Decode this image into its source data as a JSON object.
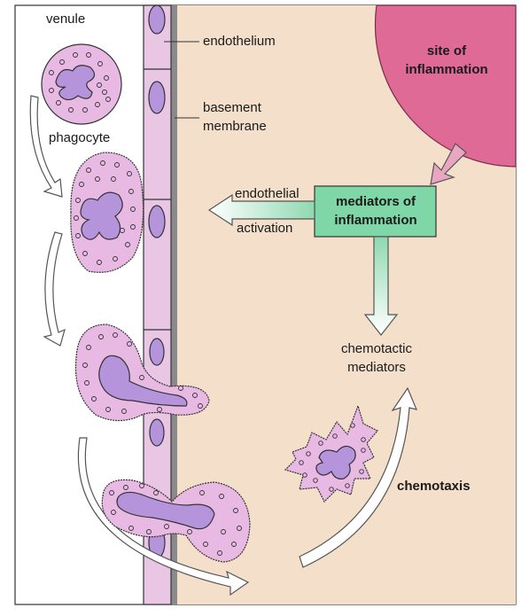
{
  "labels": {
    "venule": "venule",
    "endothelium": "endothelium",
    "basement_membrane_line1": "basement",
    "basement_membrane_line2": "membrane",
    "phagocyte": "phagocyte",
    "site_line1": "site of",
    "site_line2": "inflammation",
    "mediators_line1": "mediators of",
    "mediators_line2": "inflammation",
    "endothelial_line1": "endothelial",
    "endothelial_line2": "activation",
    "chemotactic_line1": "chemotactic",
    "chemotactic_line2": "mediators",
    "chemotaxis": "chemotaxis"
  },
  "colors": {
    "tissue": "#f3dfca",
    "endothelium": "#e8c6e4",
    "nucleus": "#b594dc",
    "cell": "#e7b9e3",
    "site": "#e06a96",
    "site_arrow": "#e8a6c0",
    "mediators_box": "#7fd6a6",
    "basement": "#8a8a8a"
  }
}
